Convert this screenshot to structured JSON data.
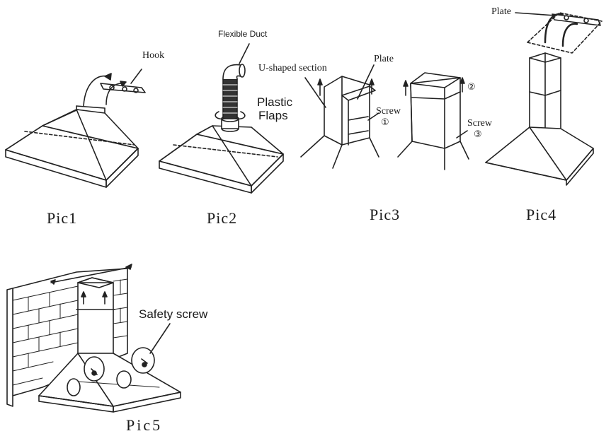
{
  "pic1": {
    "caption": "Pic1",
    "hook_label": "Hook"
  },
  "pic2": {
    "caption": "Pic2",
    "duct_label": "Flexible Duct",
    "flaps_line1": "Plastic",
    "flaps_line2": "Flaps"
  },
  "pic3": {
    "caption": "Pic3",
    "ushaped_label": "U-shaped section",
    "plate_label": "Plate",
    "screw_label": "Screw",
    "step1": "①",
    "step2": "②",
    "step3_screw": "Screw",
    "step3": "③"
  },
  "pic4": {
    "caption": "Pic4",
    "plate_label": "Plate"
  },
  "pic5": {
    "caption": "Pic5",
    "safety_label": "Safety screw"
  }
}
